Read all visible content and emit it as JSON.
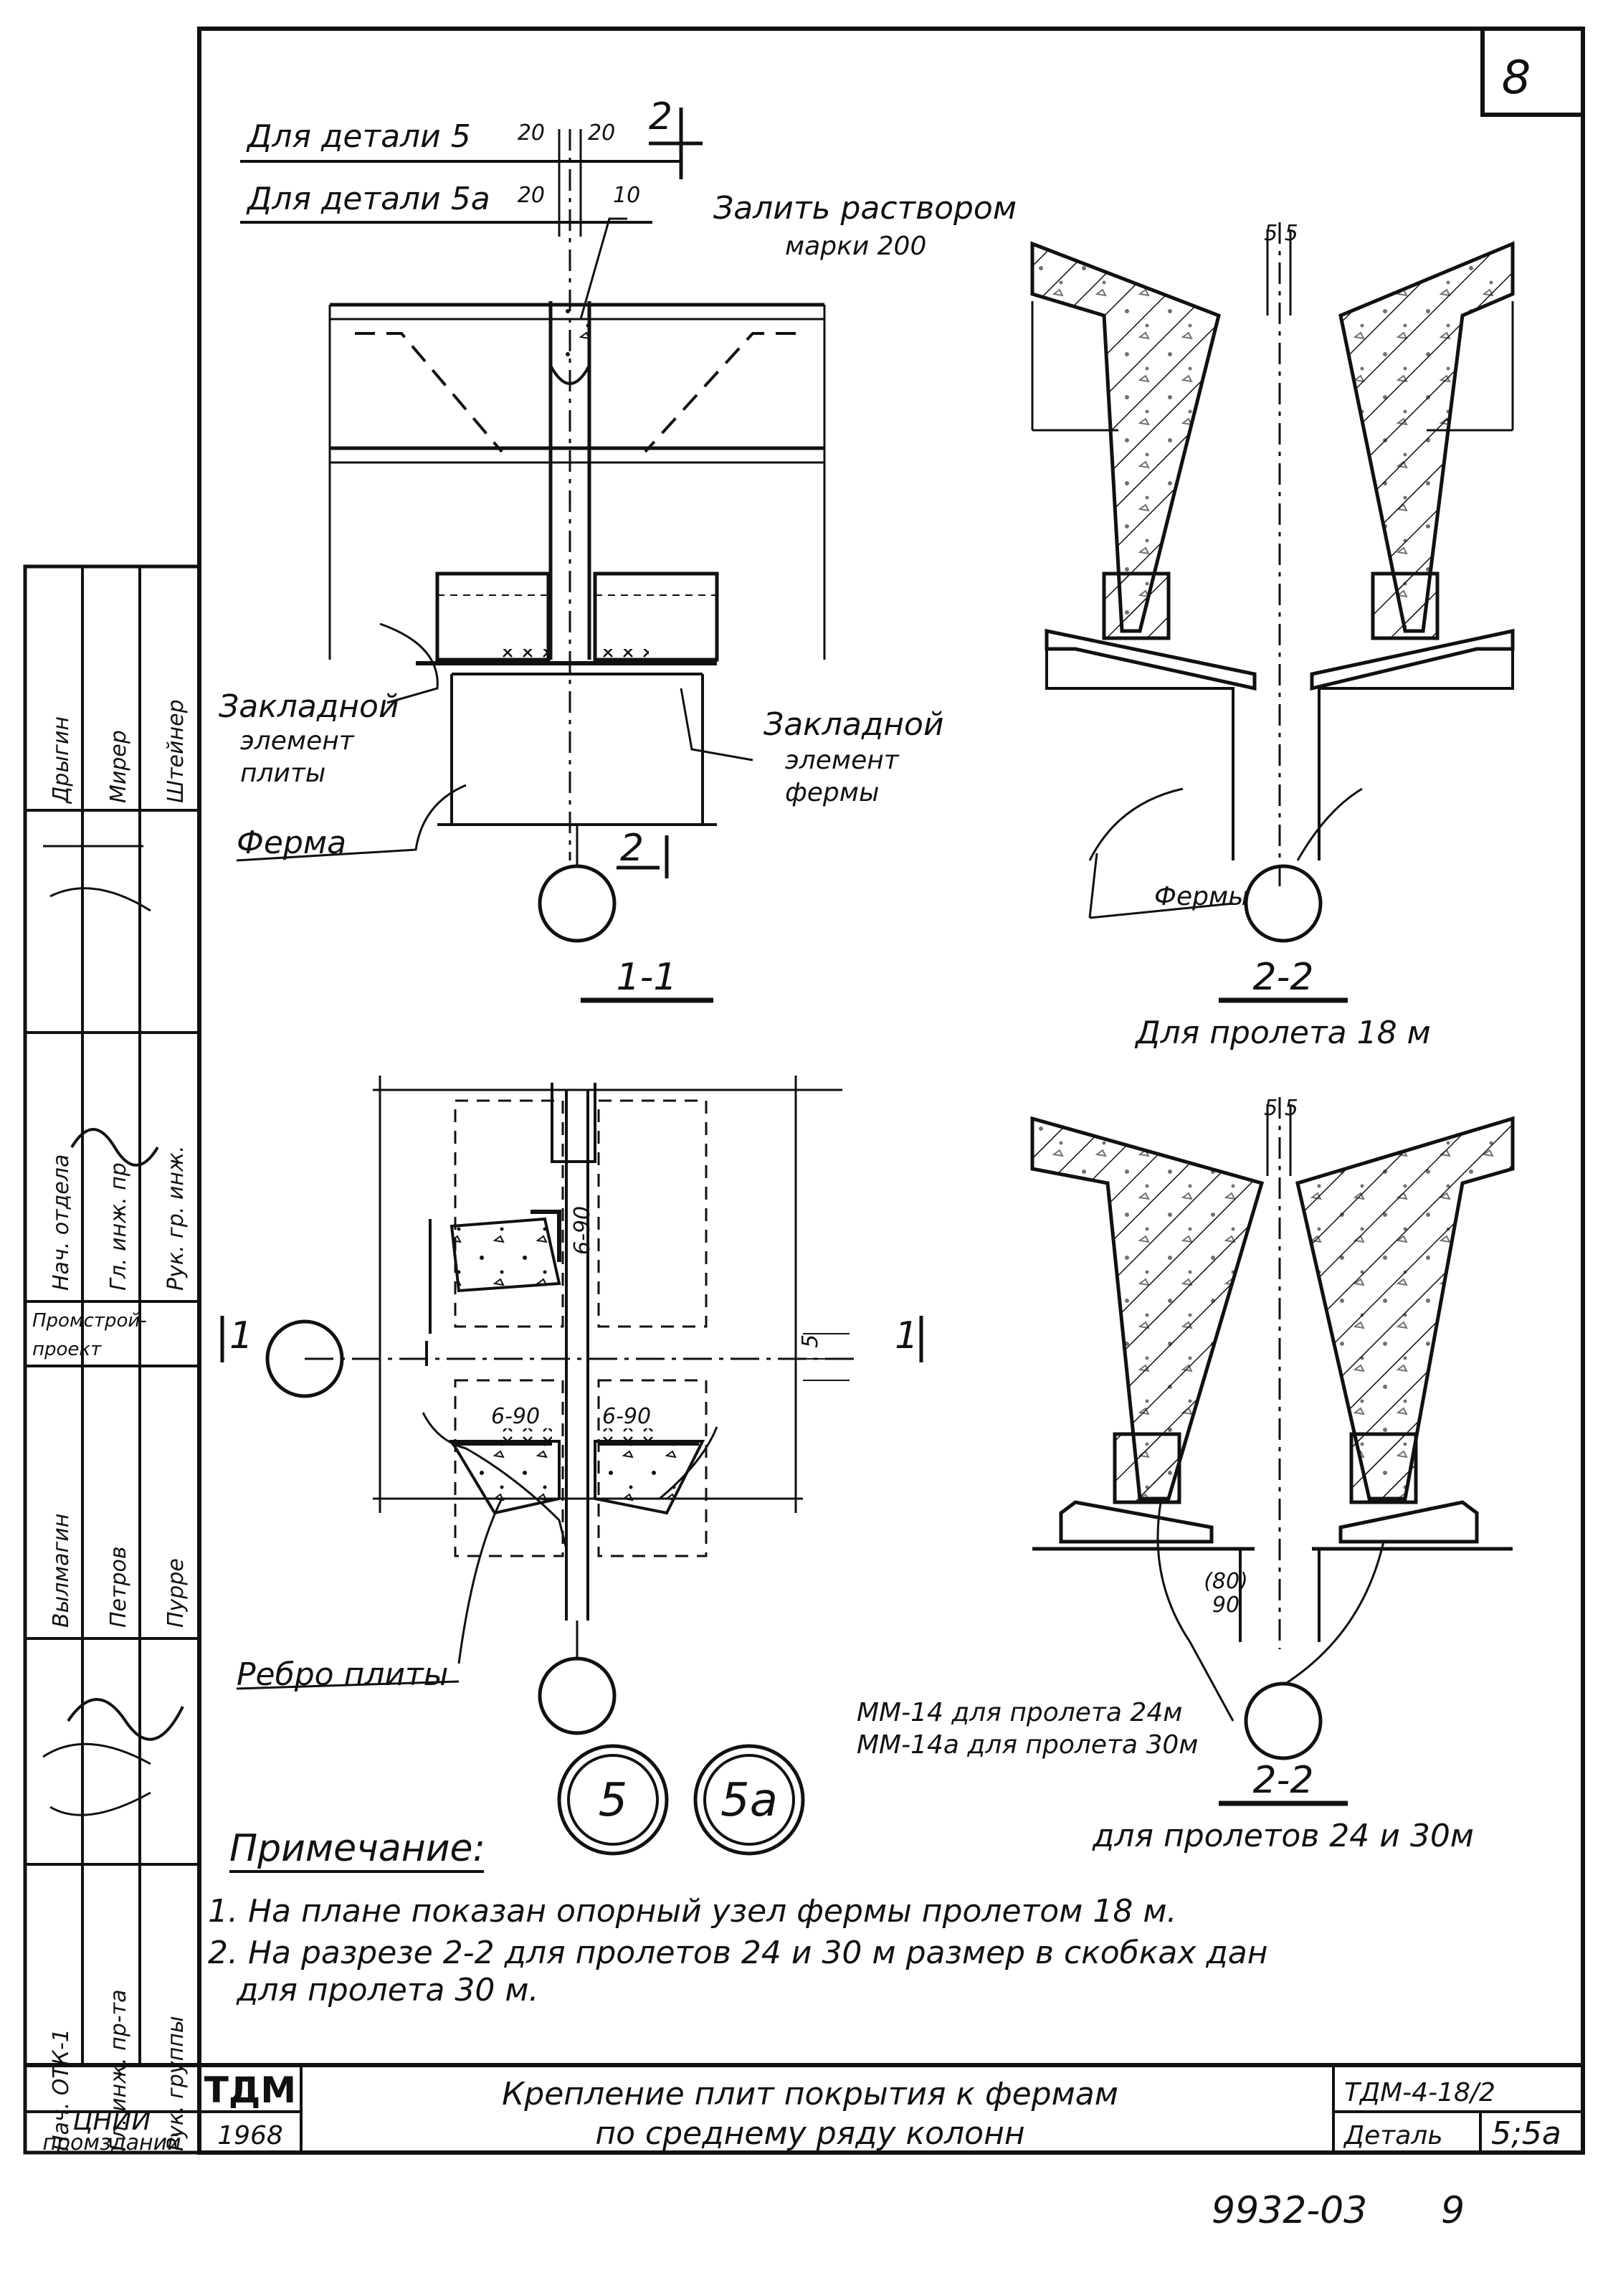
{
  "sheet_number": "8",
  "top_left": {
    "detail5_label": "Для детали 5",
    "detail5_dims": [
      "20",
      "20"
    ],
    "detail5a_label": "Для детали 5а",
    "detail5a_dims": [
      "20",
      "10"
    ],
    "section_mark_top": "2",
    "section_mark_bottom": "2"
  },
  "annotations": {
    "grout_line1": "Залить раствором",
    "grout_line2": "марки 200",
    "embed_slab_1": "Закладной",
    "embed_slab_2": "элемент",
    "embed_slab_3": "плиты",
    "embed_truss_1": "Закладной",
    "embed_truss_2": "элемент",
    "embed_truss_3": "фермы",
    "truss_left": "Ферма",
    "truss_right": "Фермы",
    "slab_rib": "Ребро плиты",
    "mm14": "ММ-14 для пролета 24м",
    "mm14a": "ММ-14а для пролета 30м",
    "dim_5_5_top": "5  5",
    "dim_5_5_bottom": "5  5",
    "dim_80_90": "(80)\n90",
    "weld_left": "6-90",
    "weld_right": "6-90",
    "weld_vertical": "6-90",
    "plan_dim_5": "5",
    "plan_section_left": "1",
    "plan_section_right": "1"
  },
  "views": {
    "section_1_1": "1-1",
    "section_2_2_a": "2-2",
    "section_2_2_a_caption": "Для пролета 18 м",
    "section_2_2_b": "2-2",
    "section_2_2_b_caption": "для пролетов 24 и 30м"
  },
  "details": [
    "5",
    "5а"
  ],
  "notes": {
    "heading": "Примечание:",
    "items": [
      "1. На плане показан опорный узел фермы пролетом 18 м.",
      "2. На разрезе 2-2 для пролетов 24 и 30 м размер в скобках дан",
      "для пролета 30 м."
    ]
  },
  "stamp": {
    "side_roles": [
      "Нач. ОТК-1",
      "Гл. инж. пр-та",
      "Рук. группы",
      "Нач. отдела",
      "Гл. инж. пр",
      "Рук. гр. инж."
    ],
    "side_names": [
      "Дрыгин",
      "Мирер",
      "Штейнер",
      "Вылмагин",
      "Петров",
      "Пурре"
    ],
    "org_line1": "Промстрой-",
    "org_line2": "проект",
    "institute_1": "ЦНИИ",
    "institute_2": "промзданий",
    "logo": "ТДМ",
    "year": "1968",
    "title_line1": "Крепление плит покрытия к фермам",
    "title_line2": "по среднему ряду колонн",
    "code": "ТДМ-4-18/2",
    "detail_label": "Деталь",
    "detail_value": "5;5а"
  },
  "footer": {
    "number": "9932-03",
    "page": "9"
  }
}
